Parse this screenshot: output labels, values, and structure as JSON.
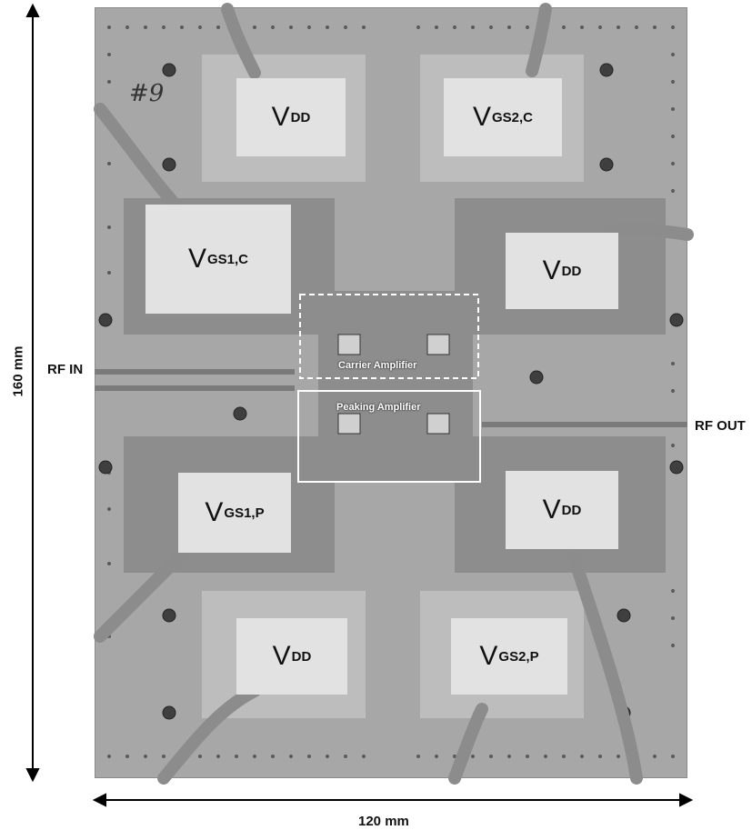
{
  "image": {
    "dimension_vertical": "160 mm",
    "dimension_horizontal": "120 mm",
    "port_in": "RF IN",
    "port_out": "RF OUT",
    "board_marking": "#9",
    "carrier_label": "Carrier Amplifier",
    "peaking_label": "Peaking Amplifier",
    "supply_pads": [
      {
        "main": "V",
        "sub": "DD"
      },
      {
        "main": "V",
        "sub": "GS2,C"
      },
      {
        "main": "V",
        "sub": "GS1,C"
      },
      {
        "main": "V",
        "sub": "DD"
      },
      {
        "main": "V",
        "sub": "GS1,P"
      },
      {
        "main": "V",
        "sub": "DD"
      },
      {
        "main": "V",
        "sub": "DD"
      },
      {
        "main": "V",
        "sub": "GS2,P"
      }
    ]
  },
  "colors": {
    "board": "#a7a7a7",
    "copper_plane": "#bdbdbd",
    "label_box": "#e2e2e2",
    "cable": "#8c8c8c",
    "highlight_box": "#ffffff"
  }
}
